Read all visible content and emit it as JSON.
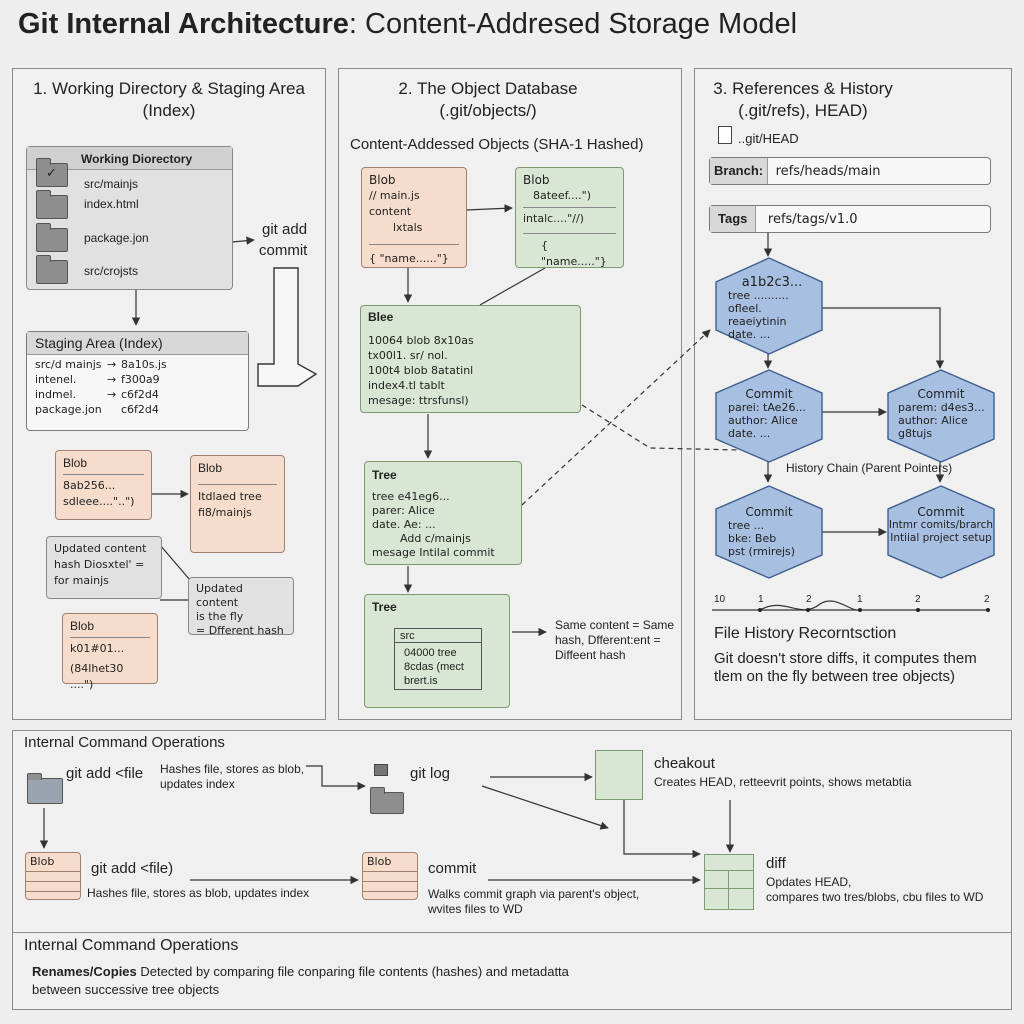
{
  "title": {
    "bold": "Git Internal Architecture",
    "rest": ": Content-Addresed Storage Model"
  },
  "panel1": {
    "title_line1": "1. Working Directory & Staging Area",
    "title_line2": "(Index)",
    "working_dir": {
      "header": "Working Diorectory",
      "files": [
        "src/mainjs",
        "index.html",
        "package.jon",
        "src/crojsts"
      ]
    },
    "git_add_label_1": "git add",
    "git_add_label_2": "commit",
    "staging": {
      "header": "Staging Area (Index)",
      "rows": [
        {
          "path": "src/d mainjs",
          "arrow": "→",
          "hash": "8a10s.js"
        },
        {
          "path": "intenel.",
          "arrow": "→",
          "hash": "f300a9"
        },
        {
          "path": "indmel.",
          "arrow": "→",
          "hash": "c6f2d4"
        },
        {
          "path": "package.jon",
          "arrow": "",
          "hash": "c6f2d4"
        }
      ]
    },
    "blob1": {
      "header": "Blob",
      "line1": "8ab256...",
      "line2": "sdleee....\"..\")"
    },
    "blob2": {
      "header": "Blob",
      "line1": "Itdlaed tree",
      "line2": "fi8/mainjs"
    },
    "updated1": {
      "line1": "Updated content",
      "line2": "hash Diosxtel' =",
      "line3": "for mainjs"
    },
    "updated2": {
      "line1": "Updated content",
      "line2": "is the fly",
      "line3": "= Dfferent hash"
    },
    "blob3": {
      "header": "Blob",
      "line1": "k01#01...",
      "line2": "(84lhet30 ....\")"
    }
  },
  "panel2": {
    "title_line1": "2. The Object Database",
    "title_line2": "(.git/objects/)",
    "subtitle": "Content-Addessed Objects (SHA-1 Hashed)",
    "blob_a": {
      "header": "Blob",
      "line1": "// main.js content",
      "line2": "lxtals",
      "line3": "{ \"name......\"}"
    },
    "blob_b": {
      "header": "Blob",
      "line1": "8ateef....\")",
      "line2": "intalc....\"//)",
      "line3": "{ \"name.....\"}"
    },
    "blee": {
      "header": "Blee",
      "lines": [
        "10064 blob 8x10as",
        "tx00l1.   sr/ nol.",
        "100t4 blob 8atatinl",
        "index4.tl   tablt",
        "mesage: ttrsfunsl)"
      ]
    },
    "tree1": {
      "header": "Tree",
      "lines": [
        "tree e41eg6...",
        "parer: Alice",
        "date. Ae: ...",
        "Add c/mainjs",
        "mesage Intilal commit"
      ]
    },
    "tree2": {
      "header": "Tree",
      "inner_head": "src",
      "lines": [
        "04000 tree",
        "8cdas (mect",
        "brert.is"
      ]
    },
    "same_content": {
      "line1": "Same content = Same",
      "line2": "hash, Dfferent:ent =",
      "line3": "Diffeent hash"
    }
  },
  "panel3": {
    "title_line1": "3. References & History",
    "title_line2": "(.git/refs), HEAD)",
    "head_file": "..git/HEAD",
    "branch_label": "Branch:",
    "branch_value": "refs/heads/main",
    "tags_label": "Tags",
    "tags_value": "refs/tags/v1.0",
    "hex_top": {
      "h": "a1b2c3...",
      "l1": "tree ..........",
      "l2": "ofleel. reaeiytinin",
      "l3": "date. ..."
    },
    "hex_left": {
      "h": "Commit",
      "l1": "parei: tAe26...",
      "l2": "author: Alice",
      "l3": "date. ..."
    },
    "hex_right": {
      "h": "Commit",
      "l1": "parem: d4es3...",
      "l2": "author: Alice",
      "l3": "g8tujs"
    },
    "history_chain": "History Chain (Parent Pointers)",
    "hex_bl": {
      "h": "Commit",
      "l1": "tree ...",
      "l2": "bke: Beb",
      "l3": "pst (rmirejs)"
    },
    "hex_br": {
      "h": "Commit",
      "l1": "Intmr comits/brarch",
      "l2": "Intiial project setup"
    },
    "timeline": [
      "10",
      "1",
      "2",
      "1",
      "2",
      "2"
    ],
    "recon_title": "File History Recorntsction",
    "recon_text": "Git doesn't store diffs, it computes them tlem on the fly between tree objects)"
  },
  "ops": {
    "title": "Internal Command Operations",
    "git_add_1": "git add <file",
    "hashes_1a": "Hashes file, stores as blob,",
    "hashes_1b": "updates index",
    "git_log": "git log",
    "checkout": "cheakout",
    "checkout_desc": "Creates HEAD, retteevrit points, shows metabtia",
    "blob_label_1": "Blob",
    "git_add_2": "git add <file)",
    "hashes_2": "Hashes file, stores as blob, updates index",
    "blob_label_2": "Blob",
    "commit": "commit",
    "commit_desc_1": "Walks commit graph via parent's object,",
    "commit_desc_2": "wvites files to WD",
    "diff": "diff",
    "diff_desc_1": "Opdates HEAD,",
    "diff_desc_2": "compares two tres/blobs, cbu files to WD"
  },
  "footer": {
    "title": "Internal Command Operations",
    "bold": "Renames/Copies",
    "text1": " Detected by comparing file conparing file contents (hashes) and metadatta",
    "text2": "between successive tree objects"
  }
}
